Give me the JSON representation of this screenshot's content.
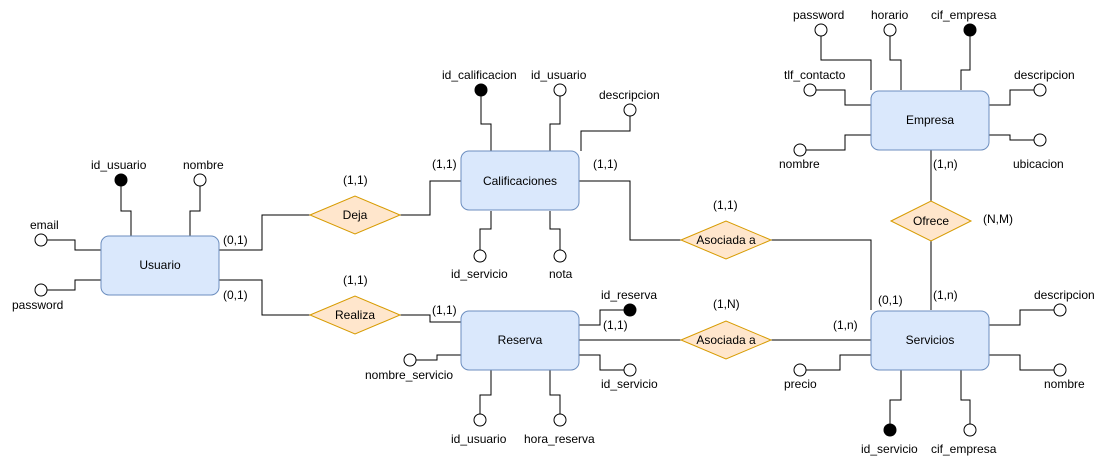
{
  "entities": {
    "usuario": "Usuario",
    "calificaciones": "Calificaciones",
    "reserva": "Reserva",
    "empresa": "Empresa",
    "servicios": "Servicios"
  },
  "relationships": {
    "deja": "Deja",
    "realiza": "Realiza",
    "asociada_calif": "Asociada a",
    "asociada_reserva": "Asociada a",
    "ofrece": "Ofrece"
  },
  "attributes": {
    "usuario": {
      "email": "email",
      "password": "password",
      "id_usuario": "id_usuario",
      "nombre": "nombre"
    },
    "calificaciones": {
      "id_calificacion": "id_calificacion",
      "id_usuario": "id_usuario",
      "descripcion": "descripcion",
      "id_servicio": "id_servicio",
      "nota": "nota"
    },
    "reserva": {
      "id_reserva": "id_reserva",
      "nombre_servicio": "nombre_servicio",
      "id_servicio": "id_servicio",
      "id_usuario": "id_usuario",
      "hora_reserva": "hora_reserva"
    },
    "empresa": {
      "password": "password",
      "horario": "horario",
      "cif_empresa": "cif_empresa",
      "tlf_contacto": "tlf_contacto",
      "descripcion": "descripcion",
      "nombre": "nombre",
      "ubicacion": "ubicacion"
    },
    "servicios": {
      "descripcion": "descripcion",
      "nombre": "nombre",
      "precio": "precio",
      "id_servicio": "id_servicio",
      "cif_empresa": "cif_empresa"
    }
  },
  "cardinalities": {
    "usuario_deja": "(0,1)",
    "deja_top": "(1,1)",
    "calif_deja": "(1,1)",
    "usuario_realiza": "(0,1)",
    "realiza_top": "(1,1)",
    "reserva_realiza": "(1,1)",
    "calif_asociada": "(1,1)",
    "asociada_calif_top": "(1,1)",
    "servicios_asociada_calif": "(0,1)",
    "reserva_asociada": "(1,1)",
    "asociada_reserva_top": "(1,N)",
    "servicios_asociada_reserva": "(1,n)",
    "empresa_ofrece": "(1,n)",
    "ofrece_side": "(N,M)",
    "servicios_ofrece": "(1,n)"
  }
}
